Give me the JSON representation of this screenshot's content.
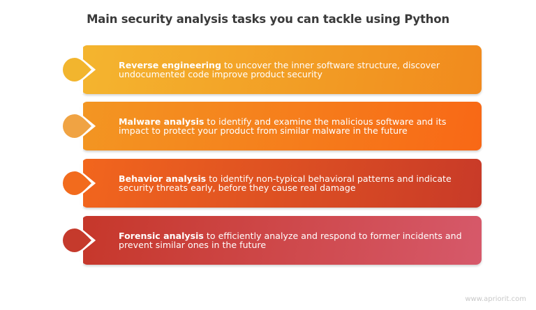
{
  "title": "Main security analysis tasks you can tackle using Python",
  "items": [
    {
      "heading": "Reverse engineering",
      "description": " to uncover the inner software structure, discover undocumented code improve product security",
      "colors": {
        "start": "#F4B52F",
        "end": "#F18A1D",
        "marker": "#F2B52E"
      }
    },
    {
      "heading": "Malware analysis",
      "description": " to identify and examine the malicious software and its impact to protect your product from similar malware in the future",
      "colors": {
        "start": "#F39622",
        "end": "#F86816",
        "marker": "#F0A343"
      }
    },
    {
      "heading": "Behavior analysis",
      "description": " to identify non-typical behavioral patterns and indicate security threats early, before they cause real damage",
      "colors": {
        "start": "#F2661D",
        "end": "#C83A28",
        "marker": "#F26B1D"
      }
    },
    {
      "heading": "Forensic analysis",
      "description": " to efficiently analyze and respond to former incidents and prevent similar ones in the future",
      "colors": {
        "start": "#C6372A",
        "end": "#D6596A",
        "marker": "#C53A2C"
      }
    }
  ],
  "footer": "www.apriorit.com"
}
